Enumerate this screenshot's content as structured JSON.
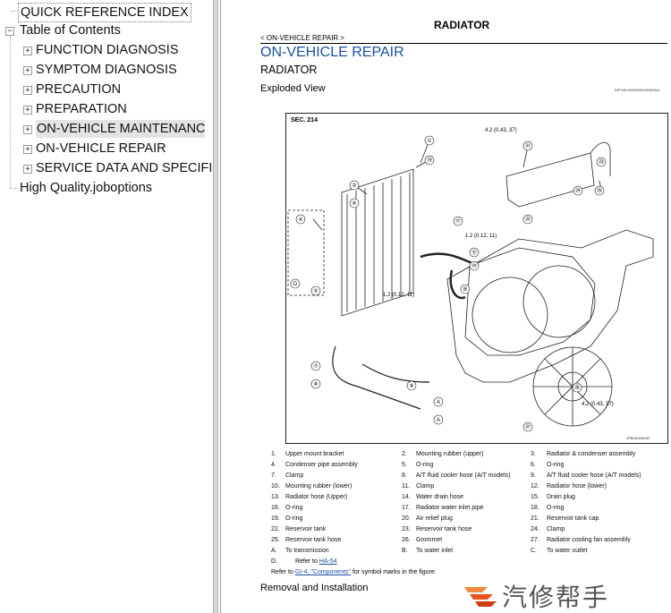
{
  "tree": {
    "quick_ref": "QUICK REFERENCE INDEX",
    "toc": "Table of Contents",
    "items": [
      {
        "label": "FUNCTION DIAGNOSIS"
      },
      {
        "label": "SYMPTOM DIAGNOSIS"
      },
      {
        "label": "PRECAUTION"
      },
      {
        "label": "PREPARATION"
      },
      {
        "label": "ON-VEHICLE MAINTENANC"
      },
      {
        "label": "ON-VEHICLE REPAIR"
      },
      {
        "label": "SERVICE DATA AND SPECIFI"
      }
    ],
    "extra": "High Quality.joboptions",
    "expander": "+",
    "collapser": "−"
  },
  "doc": {
    "header_title": "RADIATOR",
    "breadcrumb": "< ON-VEHICLE REPAIR >",
    "section_title": "ON-VEHICLE REPAIR",
    "subsection": "RADIATOR",
    "subheading": "Exploded View",
    "info_id": "INFOID:0000000009496344",
    "sec_label": "SEC. 214",
    "torque1": "4.2 (0.43, 37)",
    "torque2": "1.2 (0.12, 11)",
    "torque3": "1.2 (0.12, 11)",
    "torque4": "4.2 (0.43, 37)",
    "fig_id": "JPBIA2460GB",
    "legend": [
      [
        "1.",
        "Upper mount bracket",
        "2.",
        "Mounting rubber (upper)",
        "3.",
        "Radiator & condenser assembly"
      ],
      [
        "4.",
        "Condenser pipe assembly",
        "5.",
        "O-ring",
        "6.",
        "O-ring"
      ],
      [
        "7.",
        "Clamp",
        "8.",
        "A/T fluid cooler hose (A/T models)",
        "9.",
        "A/T fluid cooler hose (A/T models)"
      ],
      [
        "10.",
        "Mounting rubber (lower)",
        "11.",
        "Clamp",
        "12.",
        "Radiator hose (lower)"
      ],
      [
        "13.",
        "Radiator hose (Upper)",
        "14.",
        "Water drain hose",
        "15.",
        "Drain plug"
      ],
      [
        "16.",
        "O-ring",
        "17.",
        "Radiator water inlet pipe",
        "18.",
        "O-ring"
      ],
      [
        "19.",
        "O-ring",
        "20.",
        "Air relief plug",
        "21.",
        "Reservoir tank cap"
      ],
      [
        "22.",
        "Reservoir tank",
        "23.",
        "Reservoir tank hose",
        "24.",
        "Clamp"
      ],
      [
        "25.",
        "Reservoir tank hose",
        "26.",
        "Grommet",
        "27.",
        "Radiator cooling fan assembly"
      ],
      [
        "A.",
        "To transmission",
        "B.",
        "To water inlet",
        "C.",
        "To water outlet"
      ]
    ],
    "note_d_prefix": "D.",
    "note_d_text": "Refer to",
    "note_d_link": "HA-54",
    "refer_prefix": "Refer to",
    "refer_link": "GI-4, \"Components\"",
    "refer_suffix": "for symbol marks in the figure.",
    "removal_heading": "Removal and Installation",
    "watermark": "汽修帮手"
  }
}
